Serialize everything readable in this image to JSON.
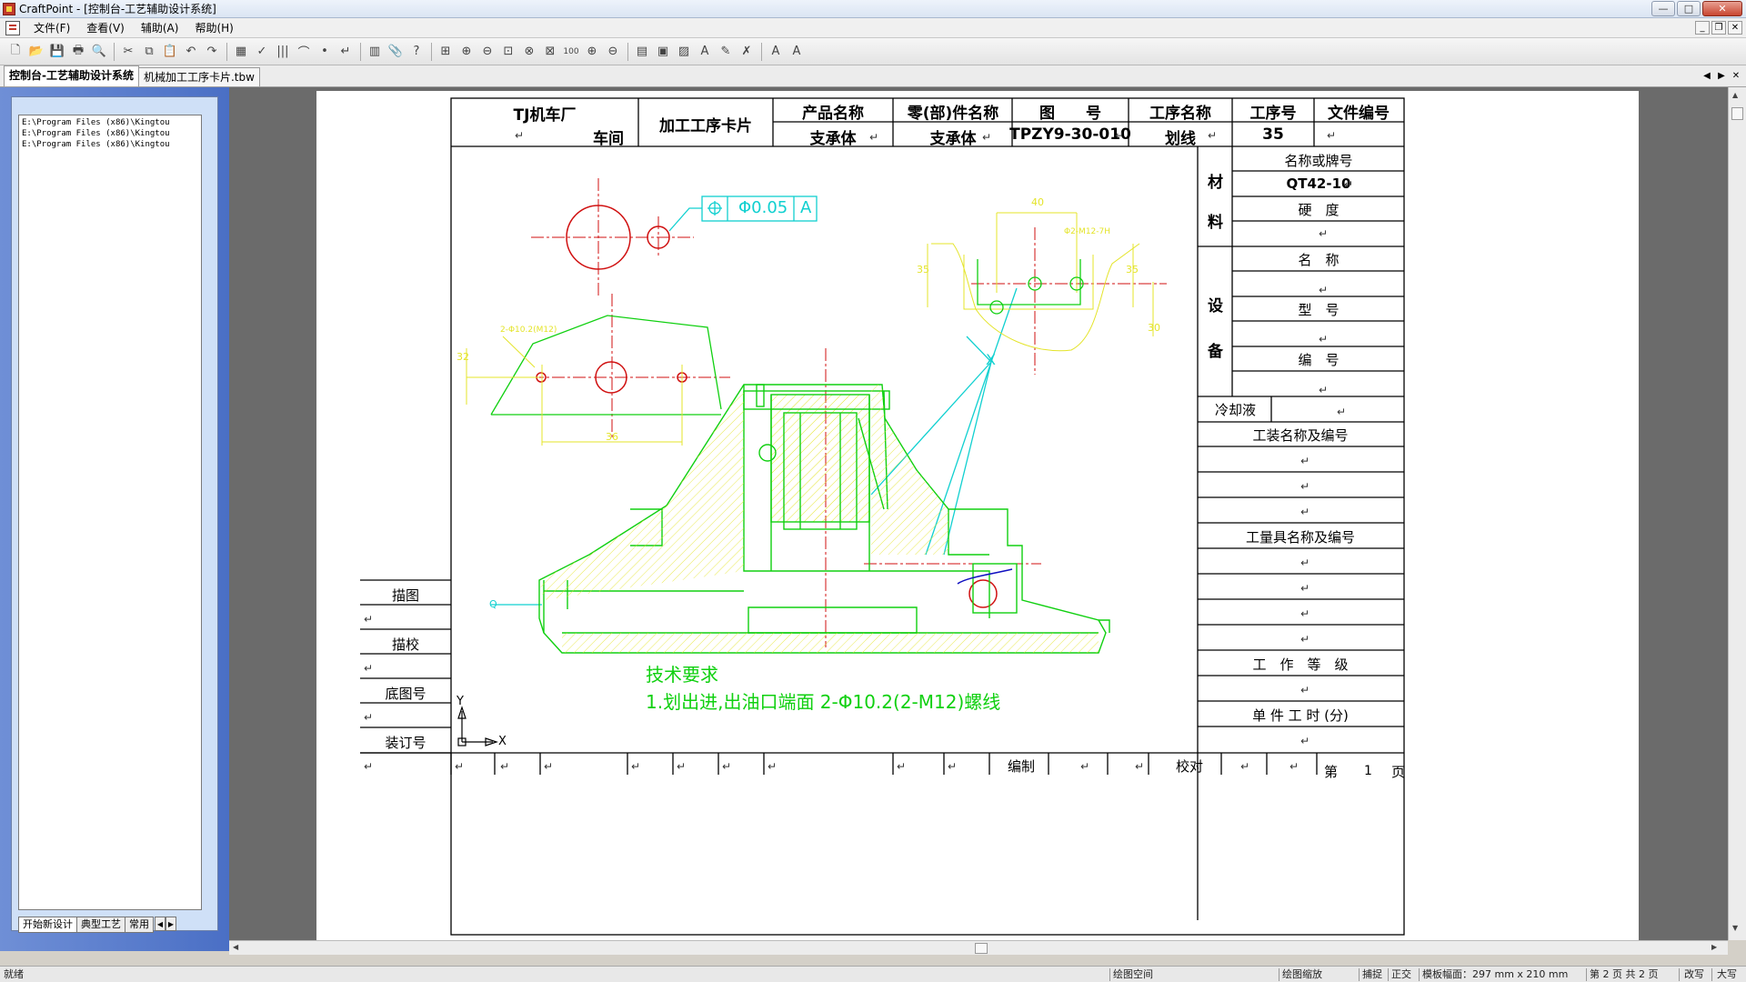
{
  "window": {
    "title": "CraftPoint - [控制台-工艺辅助设计系统]",
    "buttons": {
      "minimize": "—",
      "maximize": "□",
      "close": "✕"
    }
  },
  "menu": {
    "items": [
      "文件(F)",
      "查看(V)",
      "辅助(A)",
      "帮助(H)"
    ],
    "mdi": [
      "_",
      "❐",
      "✕"
    ]
  },
  "toolbar": {
    "icons": [
      "new-icon",
      "open-icon",
      "save-icon",
      "print-icon",
      "print-preview-icon",
      "cut-icon",
      "copy-icon",
      "paste-icon",
      "undo-icon",
      "redo-icon",
      "table-icon",
      "check-icon",
      "barcode-icon",
      "line-icon",
      "dot-icon",
      "return-icon",
      "format-icon",
      "clip-icon",
      "help-icon",
      "snap-icon",
      "zoom-in-icon",
      "zoom-out-icon",
      "zoom-window-icon",
      "zoom-all-icon",
      "zoom-extent-icon",
      "zoom-100-icon",
      "zoom-plus-icon",
      "zoom-minus-icon",
      "layer-icon",
      "block-icon",
      "insert-icon",
      "text-icon",
      "pen-icon",
      "dimension-icon",
      "font-a-icon",
      "font-b-icon"
    ],
    "glyphs": [
      "🗋",
      "📂",
      "💾",
      "🖶",
      "🔍",
      "✂",
      "⧉",
      "📋",
      "↶",
      "↷",
      "▦",
      "✓",
      "|||",
      "⌒",
      "•",
      "↵",
      "▥",
      "📎",
      "?",
      "⊞",
      "⊕",
      "⊖",
      "⊡",
      "⊗",
      "⊠",
      "100",
      "⊕",
      "⊖",
      "▤",
      "▣",
      "▨",
      "A",
      "✎",
      "✗",
      "A",
      "A"
    ]
  },
  "tabs": [
    "控制台-工艺辅助设计系统",
    "机械加工工序卡片.tbw"
  ],
  "left_panel": {
    "paths": [
      "E:\\Program Files (x86)\\Kingtou",
      "E:\\Program Files (x86)\\Kingtou",
      "E:\\Program Files (x86)\\Kingtou"
    ],
    "tabs": [
      "开始新设计",
      "典型工艺",
      "常用"
    ],
    "nav": [
      "◀",
      "▶"
    ]
  },
  "card": {
    "factory": "TJ机车厂",
    "workshop": "车间",
    "card_title": "加工工序卡片",
    "headers": {
      "product_name": "产品名称",
      "part_name": "零(部)件名称",
      "drawing_no": "图　　号",
      "process_name": "工序名称",
      "process_no": "工序号",
      "file_no": "文件编号"
    },
    "values": {
      "product_name": "支承体",
      "part_name": "支承体",
      "drawing_no": "TPZY9-30-010",
      "process_name": "划线",
      "process_no": "35"
    },
    "material": {
      "label1": "材",
      "label2": "料",
      "name_label": "名称或牌号",
      "name_value": "QT42-10",
      "hardness_label": "硬　度"
    },
    "equipment": {
      "label1": "设",
      "label2": "备",
      "name_label": "名　称",
      "model_label": "型　号",
      "number_label": "编　号"
    },
    "coolant_label": "冷却液",
    "fixture_label": "工装名称及编号",
    "gauge_label": "工量具名称及编号",
    "grade_label": "工　作　等　级",
    "time_label": "单 件 工 时 (分)",
    "left_block": [
      "描图",
      "描校",
      "底图号",
      "装订号"
    ],
    "footer": {
      "compiled": "编制",
      "checked": "校对",
      "page_prefix": "第",
      "page_no": "1",
      "page_suffix": "页"
    },
    "return_mark": "↵"
  },
  "drawing": {
    "tolerance_symbol": "Φ0.05",
    "datum": "A",
    "tech_title": "技术要求",
    "tech_text": "1.划出进,出油口端面 2-Φ10.2(2-M12)螺线",
    "dim_40": "40",
    "dim_35_left": "35",
    "dim_35_right": "35",
    "dim_30": "30",
    "dim_32": "32",
    "dim_36": "36",
    "label_x": "X",
    "label_y": "Y",
    "label_q": "Q",
    "thread_left": "2-Φ10.2(M12)",
    "thread_right": "Φ2-M12-7H"
  },
  "statusbar": {
    "ready": "就绪",
    "drawing_space": "绘图空间",
    "drawing_zoom": "绘图缩放",
    "snap": "捕捉",
    "ortho": "正交",
    "template_size": "模板幅面：297 mm x 210 mm",
    "page_info": "第 2 页  共 2 页",
    "overwrite": "改写",
    "caps": "大写"
  }
}
